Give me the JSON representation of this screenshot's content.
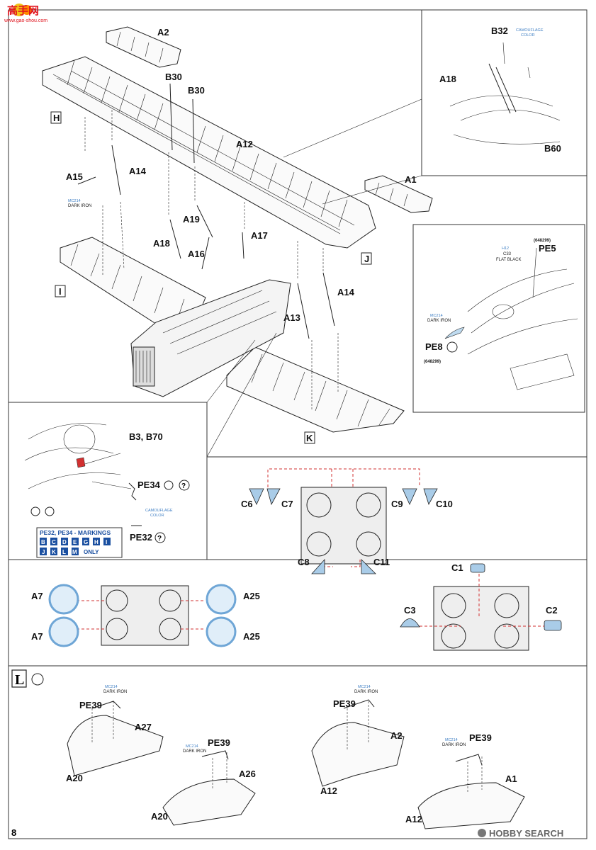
{
  "logo": {
    "text": "高手网",
    "url": "www.gao-shou.com"
  },
  "main": {
    "labels": {
      "A2": "A2",
      "B30a": "B30",
      "B30b": "B30",
      "A12": "A12",
      "A1": "A1",
      "A15": "A15",
      "A14a": "A14",
      "A19": "A19",
      "A18": "A18",
      "A16": "A16",
      "A17": "A17",
      "A13": "A13",
      "A14b": "A14",
      "H": "H",
      "I": "I",
      "J": "J",
      "K": "K"
    },
    "color_a15": [
      "MC214",
      "DARK IRON"
    ]
  },
  "inset_top": {
    "B32": "B32",
    "A18": "A18",
    "B60": "B60",
    "camo": [
      "CAMOUFLAGE",
      "COLOR"
    ]
  },
  "inset_right": {
    "pe5_ref": "(648299)",
    "pe5": "PE5",
    "flat": [
      "H12",
      "C33",
      "FLAT BLACK"
    ],
    "dark": [
      "MC214",
      "DARK IRON"
    ],
    "pe8": "PE8",
    "pe8_ref": "(648299)"
  },
  "inset_left": {
    "b3": "B3, B70",
    "pe34": "PE34",
    "pe32": "PE32",
    "camo": [
      "CAMOUFLAGE",
      "COLOR"
    ],
    "markings_title": "PE32, PE34 - MARKINGS",
    "letters_row1": [
      "B",
      "C",
      "D",
      "E",
      "G",
      "H",
      "I"
    ],
    "letters_row2": [
      "J",
      "K",
      "L",
      "M"
    ],
    "only": "ONLY"
  },
  "masks": {
    "C6": "C6",
    "C7": "C7",
    "C9": "C9",
    "C10": "C10",
    "C8": "C8",
    "C11": "C11",
    "C1": "C1",
    "C3": "C3",
    "C2": "C2",
    "A7a": "A7",
    "A7b": "A7",
    "A25a": "A25",
    "A25b": "A25"
  },
  "section_l": {
    "letter": "L",
    "pe39": [
      "PE39",
      "PE39",
      "PE39",
      "PE39"
    ],
    "A27": "A27",
    "A20a": "A20",
    "A26": "A26",
    "A20b": "A20",
    "A2": "A2",
    "A12a": "A12",
    "A1": "A1",
    "A12b": "A12",
    "mc": [
      "MC214",
      "DARK IRON"
    ]
  },
  "footer": {
    "page": "8",
    "watermark": "HOBBY SEARCH"
  }
}
